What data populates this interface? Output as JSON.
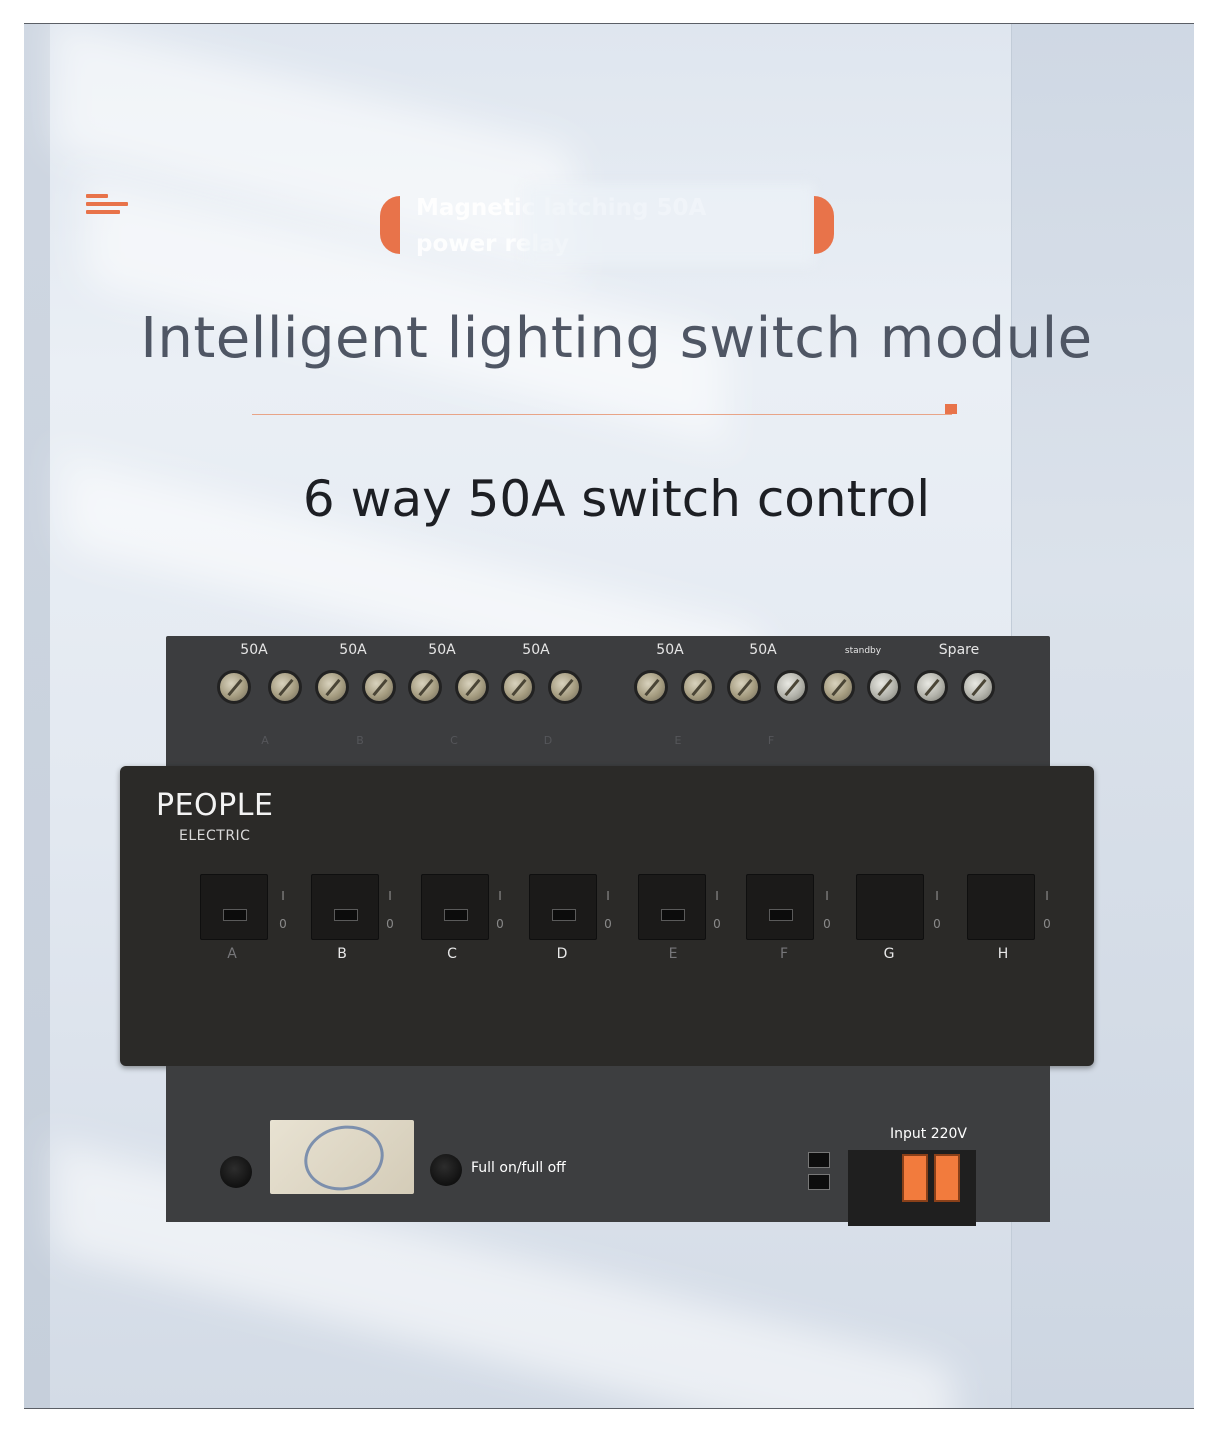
{
  "header": {
    "subtitle": "Magnetic latching 50A power relay",
    "title": "Intelligent lighting switch module",
    "tagline": "6 way 50A switch control"
  },
  "device": {
    "brand": "PEOPLE",
    "brand_sub": "ELECTRIC",
    "terminal_ratings": [
      "50A",
      "50A",
      "50A",
      "50A",
      "50A",
      "50A",
      "standby",
      "Spare"
    ],
    "terminal_letters": [
      "A",
      "B",
      "C",
      "D",
      "E",
      "F"
    ],
    "switches": [
      {
        "letter": "A",
        "on": "I",
        "off": "0"
      },
      {
        "letter": "B",
        "on": "I",
        "off": "0"
      },
      {
        "letter": "C",
        "on": "I",
        "off": "0"
      },
      {
        "letter": "D",
        "on": "I",
        "off": "0"
      },
      {
        "letter": "E",
        "on": "I",
        "off": "0"
      },
      {
        "letter": "F",
        "on": "I",
        "off": "0"
      },
      {
        "letter": "G",
        "on": "I",
        "off": "0"
      },
      {
        "letter": "H",
        "on": "I",
        "off": "0"
      }
    ],
    "full_toggle_label": "Full on/full off",
    "input_label": "Input 220V"
  },
  "colors": {
    "accent": "#e8734a",
    "device_body": "#2b2a28"
  }
}
